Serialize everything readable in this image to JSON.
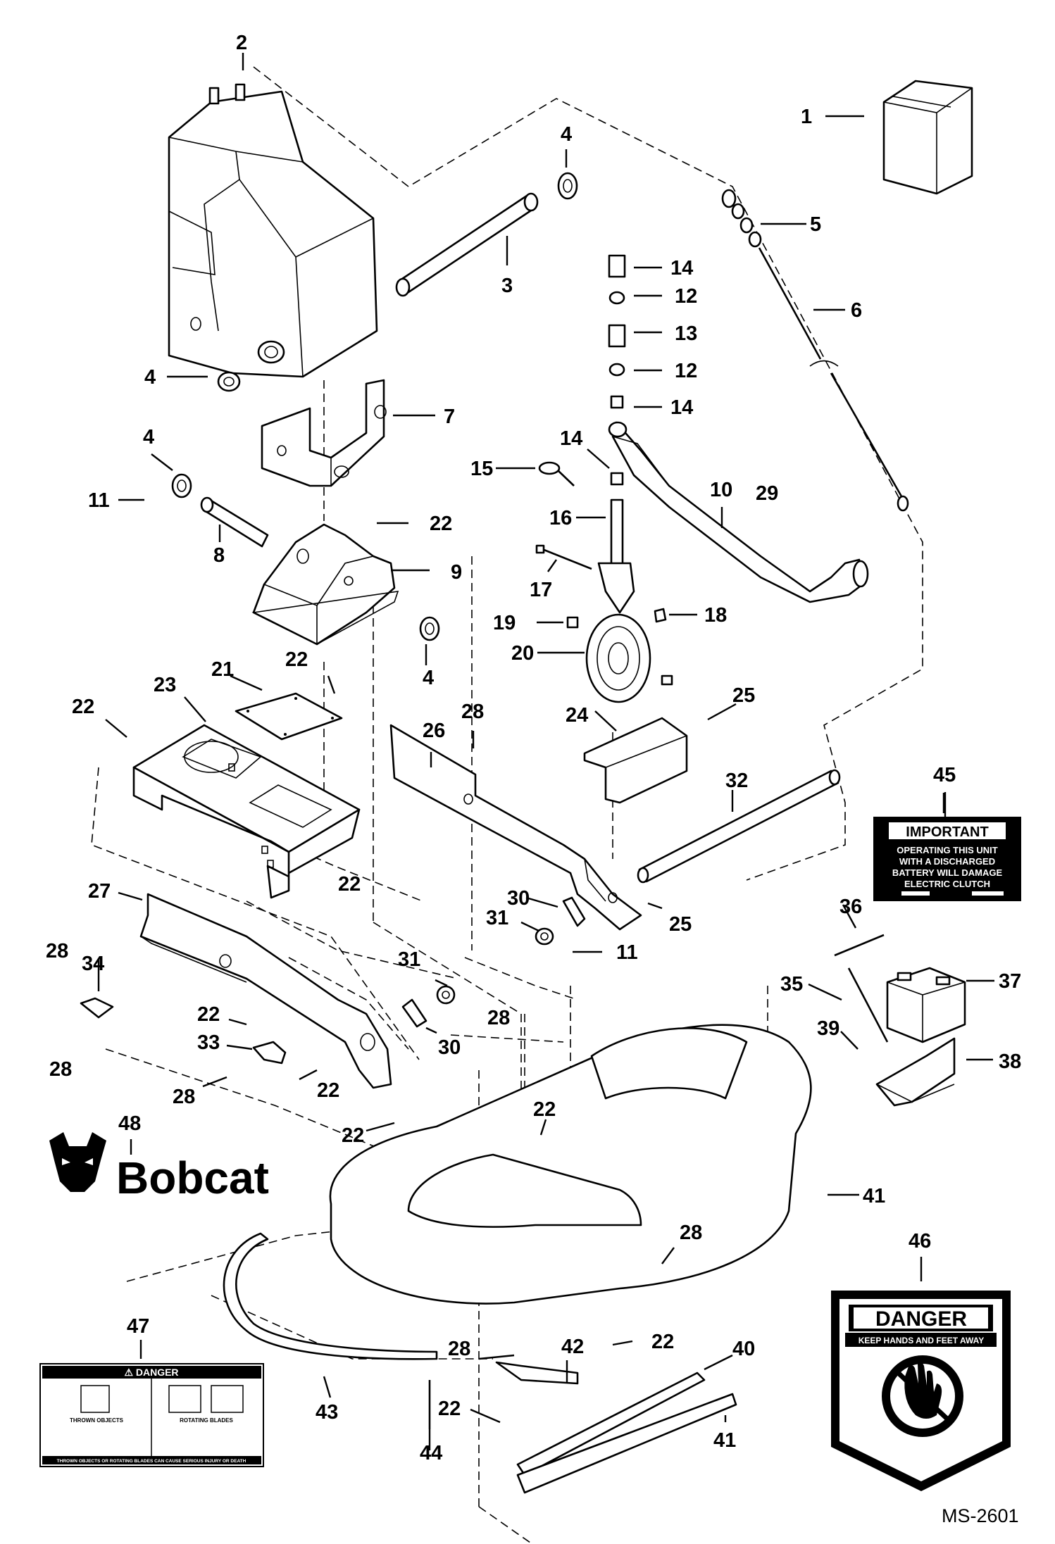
{
  "callouts": [
    "1",
    "2",
    "3",
    "4",
    "5",
    "6",
    "7",
    "8",
    "9",
    "10",
    "11",
    "12",
    "13",
    "14",
    "15",
    "16",
    "17",
    "18",
    "19",
    "20",
    "21",
    "22",
    "23",
    "24",
    "25",
    "26",
    "27",
    "28",
    "29",
    "30",
    "31",
    "32",
    "33",
    "34",
    "35",
    "36",
    "37",
    "38",
    "39",
    "40",
    "41",
    "42",
    "43",
    "44",
    "45",
    "46",
    "47",
    "48"
  ],
  "decal_important": {
    "title": "IMPORTANT",
    "lines": [
      "OPERATING THIS UNIT",
      "WITH A DISCHARGED",
      "BATTERY WILL DAMAGE",
      "ELECTRIC CLUTCH"
    ]
  },
  "decal_danger_hands": {
    "title": "DANGER",
    "subtitle": "KEEP HANDS AND FEET AWAY"
  },
  "decal_danger_thrown": {
    "title": "⚠ DANGER",
    "left_heading": "THROWN OBJECTS",
    "right_heading": "ROTATING BLADES",
    "footer": "THROWN OBJECTS OR ROTATING BLADES CAN CAUSE SERIOUS INJURY OR DEATH"
  },
  "brand": {
    "name": "Bobcat"
  },
  "drawing_number": "MS-2601",
  "icons": [
    "bobcat-logo-icon",
    "hand-warning-icon",
    "battery-icon"
  ]
}
